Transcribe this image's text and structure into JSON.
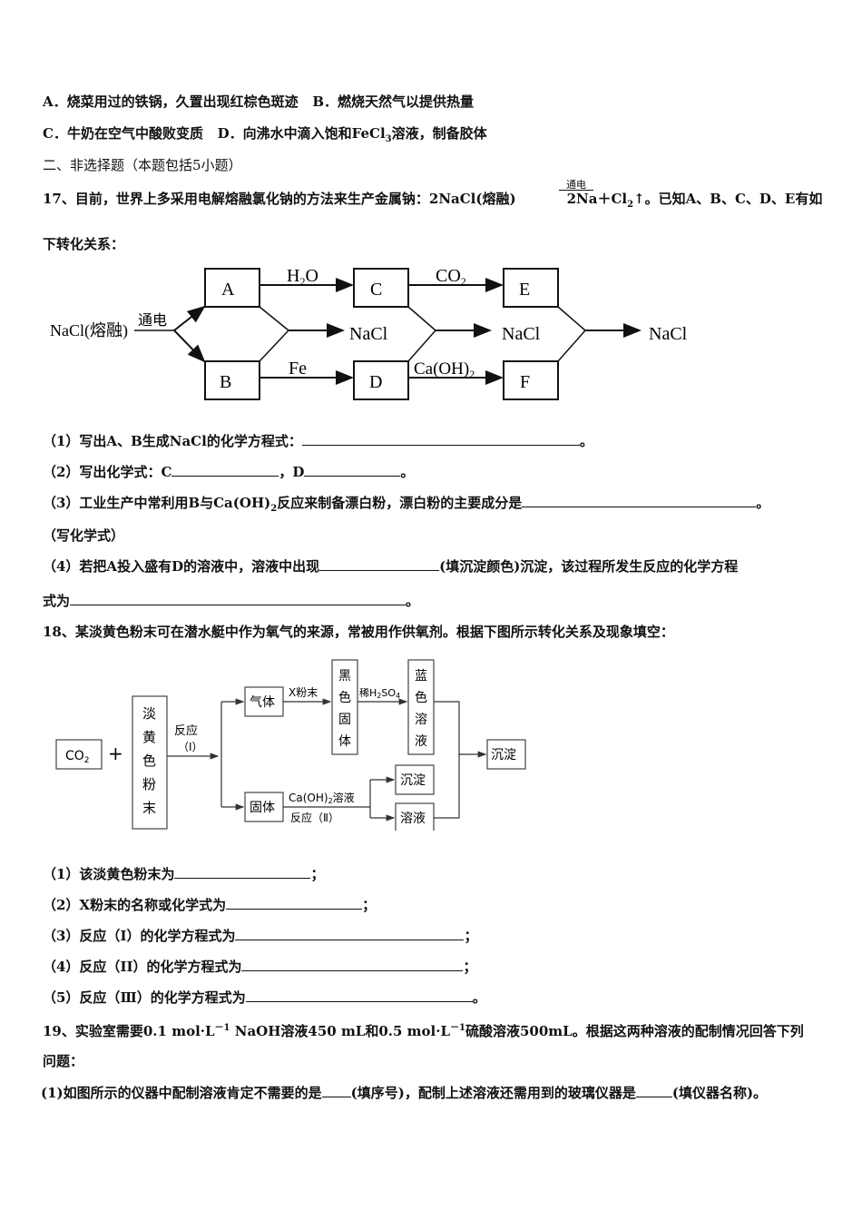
{
  "options": {
    "A": "A．烧菜用过的铁锅，久置出现红棕色斑迹",
    "B": "B．燃烧天然气以提供热量",
    "C": "C．牛奶在空气中酸败变质",
    "D_pre": "D．向沸水中滴入饱和FeCl",
    "D_sub": "3",
    "D_post": "溶液，制备胶体"
  },
  "section2": "二、非选择题（本题包括5小题）",
  "q17": {
    "stem_a": "17、目前，世界上多采用电解熔融氯化钠的方法来生产金属钠：2NaCl(熔融)",
    "condition": "通电",
    "stem_b": "2Na＋Cl",
    "stem_b_sub": "2",
    "stem_c": "↑。已知A、B、C、D、E有如",
    "stem_d": "下转化关系：",
    "diagram": {
      "start": "NaCl(熔融)",
      "electrolysis": "通电",
      "A": "A",
      "B": "B",
      "C": "C",
      "D": "D",
      "E": "E",
      "F": "F",
      "h2o": "H",
      "h2o_sub": "2",
      "h2o_o": "O",
      "co2": "CO",
      "co2_sub": "2",
      "fe": "Fe",
      "caoh": "Ca(OH)",
      "caoh_sub": "2",
      "nacl": "NaCl"
    },
    "p1": "（1）写出A、B生成NaCl的化学方程式：",
    "p1_end": "。",
    "p2_a": "（2）写出化学式：C",
    "p2_b": "，D",
    "p2_end": "。",
    "p3_a": "（3）工业生产中常利用B与Ca(OH)",
    "p3_sub": "2",
    "p3_b": "反应来制备漂白粉，漂白粉的主要成分是",
    "p3_end": "。",
    "p3_note": "（写化学式）",
    "p4_a": "（4）若把A投入盛有D的溶液中，溶液中出现",
    "p4_b": "(填沉淀颜色)沉淀，该过程所发生反应的化学方程",
    "p4_c": "式为",
    "p4_end": "。"
  },
  "q18": {
    "stem": "18、某淡黄色粉末可在潜水艇中作为氧气的来源，常被用作供氧剂。根据下图所示转化关系及现象填空：",
    "diagram": {
      "co2": "CO",
      "co2_sub": "2",
      "plus": "+",
      "powder": [
        "淡",
        "黄",
        "色",
        "粉",
        "末"
      ],
      "reaction1": "反应",
      "reaction1_num": "（Ⅰ）",
      "gas": "气体",
      "x_powder": "X粉末",
      "black_solid": [
        "黑",
        "色",
        "固",
        "体"
      ],
      "dilute_h2so4": "稀H",
      "dilute_sub": "2",
      "dilute_tail": "SO",
      "dilute_sub2": "4",
      "blue_solution": [
        "蓝",
        "色",
        "溶",
        "液"
      ],
      "precipitate": "沉淀",
      "solid": "固体",
      "caoh_solution": "Ca(OH)",
      "caoh_sub": "2",
      "caoh_tail": "溶液",
      "reaction2": "反应（Ⅱ）",
      "precipitate2": "沉淀",
      "solution": "溶液"
    },
    "p1": "（1）该淡黄色粉末为",
    "p1_end": "；",
    "p2": "（2）X粉末的名称或化学式为",
    "p2_end": "；",
    "p3": "（3）反应（I）的化学方程式为",
    "p3_end": "；",
    "p4": "（4）反应（II）的化学方程式为",
    "p4_end": "；",
    "p5": "（5）反应（Ⅲ）的化学方程式为",
    "p5_end": "。"
  },
  "q19": {
    "stem_a": "19、实验室需要0.1 mol·L",
    "sup1": "－1",
    "stem_b": " NaOH溶液450 mL和0.5 mol·L",
    "sup2": "－1",
    "stem_c": "硫酸溶液500mL。根据这两种溶液的配制情况回答下列",
    "stem_d": "问题：",
    "p1_a": "(1)如图所示的仪器中配制溶液肯定不需要的是",
    "p1_b": "(填序号)，配制上述溶液还需用到的玻璃仪器是",
    "p1_c": "(填仪器名称)。"
  }
}
